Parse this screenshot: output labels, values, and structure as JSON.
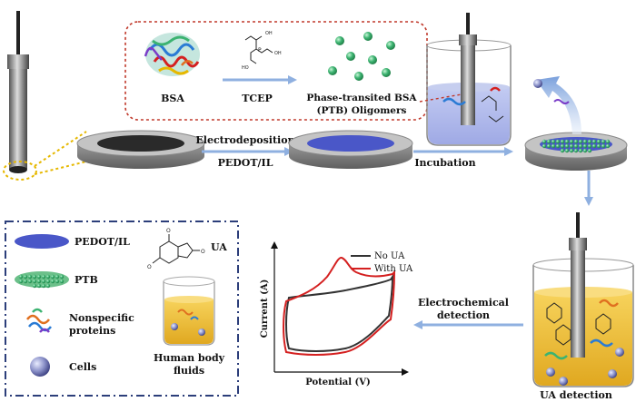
{
  "top_box": {
    "bsa": "BSA",
    "tcep": "TCEP",
    "ptb_line1": "Phase-transited BSA",
    "ptb_line2": "(PTB) Oligomers"
  },
  "steps": {
    "electrodeposition": "Electrodeposition",
    "pedot_il": "PEDOT/IL",
    "incubation": "Incubation",
    "electrochemical_line1": "Electrochemical",
    "electrochemical_line2": "detection",
    "ua_detection": "UA detection"
  },
  "legend": {
    "pedot_il": "PEDOT/IL",
    "ptb": "PTB",
    "nonspecific_line1": "Nonspecific",
    "nonspecific_line2": "proteins",
    "cells": "Cells",
    "ua": "UA",
    "fluids_line1": "Human body",
    "fluids_line2": "fluids"
  },
  "cv_plot": {
    "xlabel": "Potential (V)",
    "ylabel": "Current (A)",
    "legend": [
      {
        "name": "No UA",
        "color": "#333333"
      },
      {
        "name": "With UA",
        "color": "#d42020"
      }
    ]
  },
  "colors": {
    "arrow": "#8fb0e0",
    "dashed_red": "#c0392b",
    "dashed_yellow": "#e6b800",
    "legend_border": "#2c3e7a",
    "pedot": "#4a57c8",
    "ptb_dots": "#3cb371",
    "fluid": "#f2c53d",
    "electrode_disc": "#b0b0b0"
  }
}
